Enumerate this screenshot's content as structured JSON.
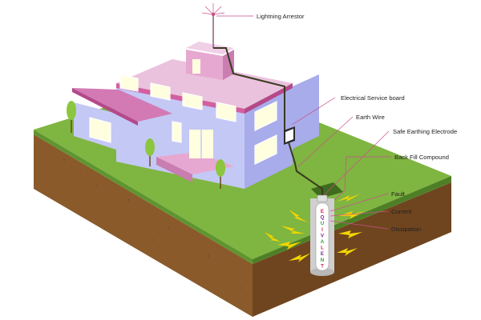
{
  "labels": {
    "lightning_arrestor": "Lightning Arrestor",
    "electrical_service_board": "Electrical Service board",
    "earth_wire": "Earth Wire",
    "safe_earthing_electrode": "Safe Earthing Electrode",
    "back_fill_compound": "Back Fill Compound",
    "fault": "Fault",
    "current": "Current",
    "dissipation": "Dissipation"
  },
  "electrode_brand": [
    "E",
    "Q",
    "U",
    "I",
    "V",
    "A",
    "L",
    "E",
    "N",
    "T"
  ],
  "colors": {
    "grass": "#7fb541",
    "soil": "#8a5a2b",
    "building_wall": "#c4c8f5",
    "building_roof_edge": "#d35fa0",
    "wire": "#3a3a1e",
    "spark": "#f2d500",
    "label_line": "#c94f8c",
    "brand_colors": [
      "#d01f4e",
      "#7a2a8c",
      "#3aa03a"
    ]
  }
}
